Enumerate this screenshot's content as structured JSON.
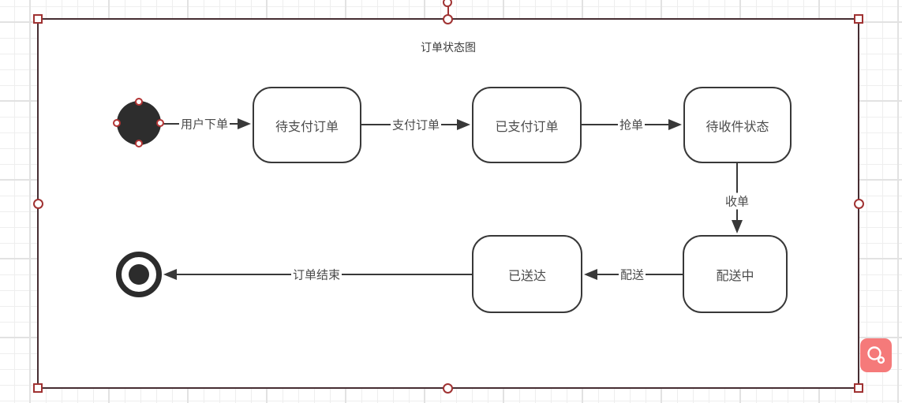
{
  "diagram": {
    "title": "订单状态图",
    "states": {
      "pending_payment": "待支付订单",
      "paid": "已支付订单",
      "awaiting_receipt": "待收件状态",
      "delivering": "配送中",
      "delivered": "已送达"
    },
    "transitions": {
      "user_place_order": "用户下单",
      "pay_order": "支付订单",
      "grab_order": "抢单",
      "receive_order": "收单",
      "deliver": "配送",
      "order_end": "订单结束"
    }
  },
  "floating": {
    "zoom_button_icon": "magnifier"
  },
  "colors": {
    "selection_border": "#462d32",
    "selection_handle_red": "#a03232",
    "shape_stroke": "#383838",
    "state_text": "#4c4c4c",
    "zoom_button_bg": "#f57a7a",
    "grid_minor": "#eeeeee",
    "grid_major": "#e2e2e2",
    "initial_final_fill": "#2d2d2d"
  }
}
